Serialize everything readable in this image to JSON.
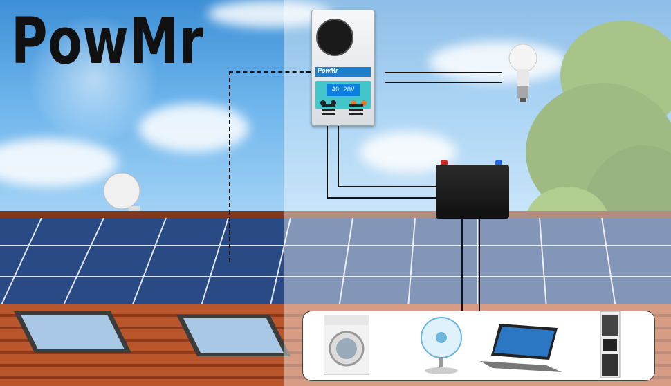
{
  "brand": {
    "logo_text": "PowMr"
  },
  "controller": {
    "brand_label": "PowMr",
    "lcd_left": "40",
    "lcd_right": "28V"
  },
  "colors": {
    "sky_top": "#3d8fd6",
    "controller_accent": "#43c5c9",
    "controller_brand": "#1f7fc9",
    "roof_tile": "#b9562c",
    "battery": "#1a1a1a",
    "wire": "#111111"
  },
  "appliances": [
    {
      "icon": "washing-machine-icon"
    },
    {
      "icon": "fan-icon"
    },
    {
      "icon": "laptop-icon"
    },
    {
      "icon": "water-dispenser-icon"
    }
  ]
}
